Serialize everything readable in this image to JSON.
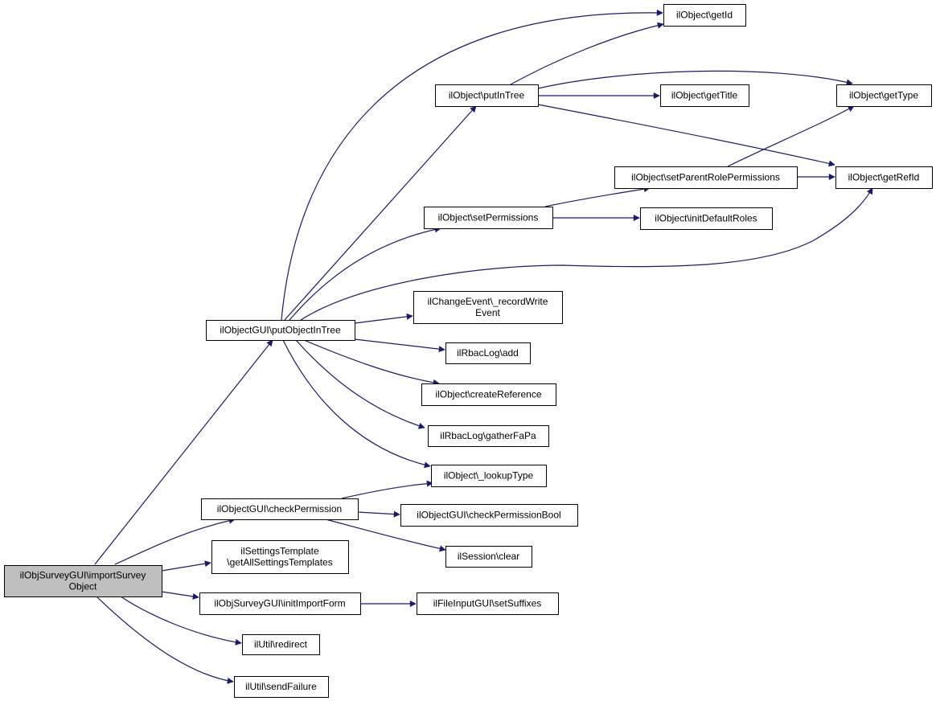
{
  "colors": {
    "edge": "#191970",
    "root_fill": "#bfbfbf",
    "node_fill": "#ffffff",
    "node_border": "#000000"
  },
  "nodes": [
    {
      "id": "root",
      "lines": [
        "ilObjSurveyGUI\\importSurvey",
        "Object"
      ],
      "root": true
    },
    {
      "id": "putObjectInTree",
      "lines": [
        "ilObjectGUI\\putObjectInTree"
      ]
    },
    {
      "id": "checkPermission",
      "lines": [
        "ilObjectGUI\\checkPermission"
      ]
    },
    {
      "id": "getAllSettingsTemplates",
      "lines": [
        "ilSettingsTemplate",
        "\\getAllSettingsTemplates"
      ]
    },
    {
      "id": "initImportForm",
      "lines": [
        "ilObjSurveyGUI\\initImportForm"
      ]
    },
    {
      "id": "redirect",
      "lines": [
        "ilUtil\\redirect"
      ]
    },
    {
      "id": "sendFailure",
      "lines": [
        "ilUtil\\sendFailure"
      ]
    },
    {
      "id": "putInTree",
      "lines": [
        "ilObject\\putInTree"
      ]
    },
    {
      "id": "setPermissions",
      "lines": [
        "ilObject\\setPermissions"
      ]
    },
    {
      "id": "recordWriteEvent",
      "lines": [
        "ilChangeEvent\\_recordWrite",
        "Event"
      ]
    },
    {
      "id": "rbacAdd",
      "lines": [
        "ilRbacLog\\add"
      ]
    },
    {
      "id": "createReference",
      "lines": [
        "ilObject\\createReference"
      ]
    },
    {
      "id": "gatherFaPa",
      "lines": [
        "ilRbacLog\\gatherFaPa"
      ]
    },
    {
      "id": "lookupType",
      "lines": [
        "ilObject\\_lookupType"
      ]
    },
    {
      "id": "checkPermissionBool",
      "lines": [
        "ilObjectGUI\\checkPermissionBool"
      ]
    },
    {
      "id": "sessionClear",
      "lines": [
        "ilSession\\clear"
      ]
    },
    {
      "id": "setSuffixes",
      "lines": [
        "ilFileInputGUI\\setSuffixes"
      ]
    },
    {
      "id": "getId",
      "lines": [
        "ilObject\\getId"
      ]
    },
    {
      "id": "getTitle",
      "lines": [
        "ilObject\\getTitle"
      ]
    },
    {
      "id": "getType",
      "lines": [
        "ilObject\\getType"
      ]
    },
    {
      "id": "setParentRolePermissions",
      "lines": [
        "ilObject\\setParentRolePermissions"
      ]
    },
    {
      "id": "getRefId",
      "lines": [
        "ilObject\\getRefId"
      ]
    },
    {
      "id": "initDefaultRoles",
      "lines": [
        "ilObject\\initDefaultRoles"
      ]
    }
  ],
  "edges": [
    {
      "from": "root",
      "to": "putObjectInTree"
    },
    {
      "from": "root",
      "to": "checkPermission"
    },
    {
      "from": "root",
      "to": "getAllSettingsTemplates"
    },
    {
      "from": "root",
      "to": "initImportForm"
    },
    {
      "from": "root",
      "to": "redirect"
    },
    {
      "from": "root",
      "to": "sendFailure"
    },
    {
      "from": "putObjectInTree",
      "to": "getId"
    },
    {
      "from": "putObjectInTree",
      "to": "putInTree"
    },
    {
      "from": "putObjectInTree",
      "to": "setPermissions"
    },
    {
      "from": "putObjectInTree",
      "to": "getRefId"
    },
    {
      "from": "putObjectInTree",
      "to": "recordWriteEvent"
    },
    {
      "from": "putObjectInTree",
      "to": "rbacAdd"
    },
    {
      "from": "putObjectInTree",
      "to": "createReference"
    },
    {
      "from": "putObjectInTree",
      "to": "gatherFaPa"
    },
    {
      "from": "putObjectInTree",
      "to": "lookupType"
    },
    {
      "from": "putInTree",
      "to": "getId"
    },
    {
      "from": "putInTree",
      "to": "getTitle"
    },
    {
      "from": "putInTree",
      "to": "getType"
    },
    {
      "from": "putInTree",
      "to": "getRefId"
    },
    {
      "from": "setPermissions",
      "to": "setParentRolePermissions"
    },
    {
      "from": "setPermissions",
      "to": "initDefaultRoles"
    },
    {
      "from": "setParentRolePermissions",
      "to": "getType"
    },
    {
      "from": "setParentRolePermissions",
      "to": "getRefId"
    },
    {
      "from": "checkPermission",
      "to": "lookupType"
    },
    {
      "from": "checkPermission",
      "to": "checkPermissionBool"
    },
    {
      "from": "checkPermission",
      "to": "sessionClear"
    },
    {
      "from": "initImportForm",
      "to": "setSuffixes"
    }
  ]
}
